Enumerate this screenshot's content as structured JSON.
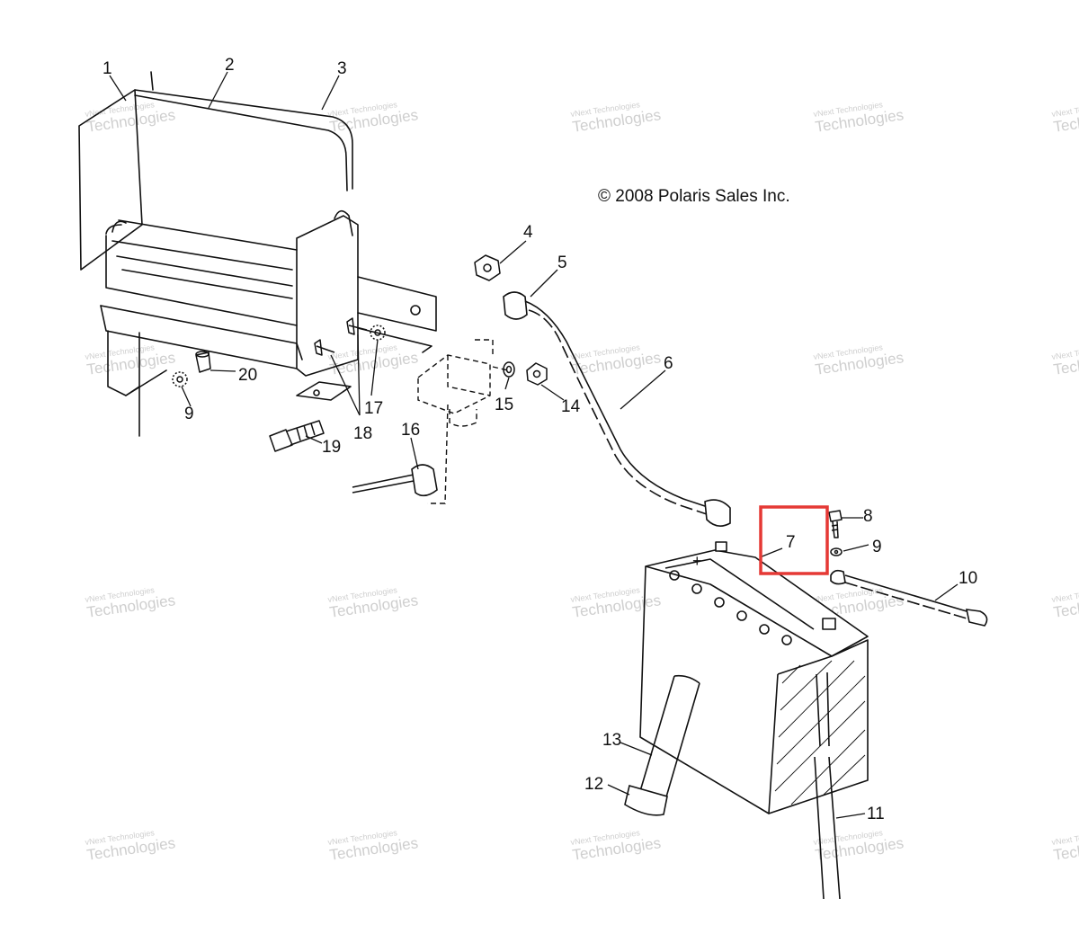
{
  "copyright": "© 2008 Polaris Sales Inc.",
  "watermark": {
    "line1": "vNext Technologies",
    "line2": "Technologies",
    "color": "#cfcfcf"
  },
  "callouts": {
    "c1": "1",
    "c2": "2",
    "c3": "3",
    "c4": "4",
    "c5": "5",
    "c6": "6",
    "c7": "7",
    "c8": "8",
    "c9a": "9",
    "c9b": "9",
    "c10": "10",
    "c11": "11",
    "c12": "12",
    "c13": "13",
    "c14": "14",
    "c15": "15",
    "c16": "16",
    "c17": "17",
    "c18": "18",
    "c19": "19",
    "c20": "20"
  },
  "battery_plus": "+",
  "highlight": {
    "target": "7",
    "color": "#e53935"
  }
}
